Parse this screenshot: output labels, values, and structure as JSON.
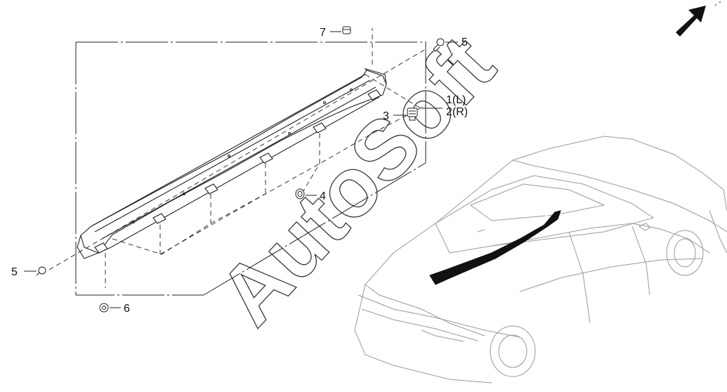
{
  "callouts": {
    "c7": "7",
    "c5_top": "5",
    "c1": "1(L)",
    "c2": "2(R)",
    "c3": "3",
    "c4": "4",
    "c5_left": "5",
    "c6": "6"
  },
  "watermark": "AutoSoft",
  "icons": {
    "direction_arrow": "front-direction-arrow-icon"
  },
  "colors": {
    "line": "#222222",
    "part_fill": "#ffffff",
    "highlight": "#111111"
  }
}
